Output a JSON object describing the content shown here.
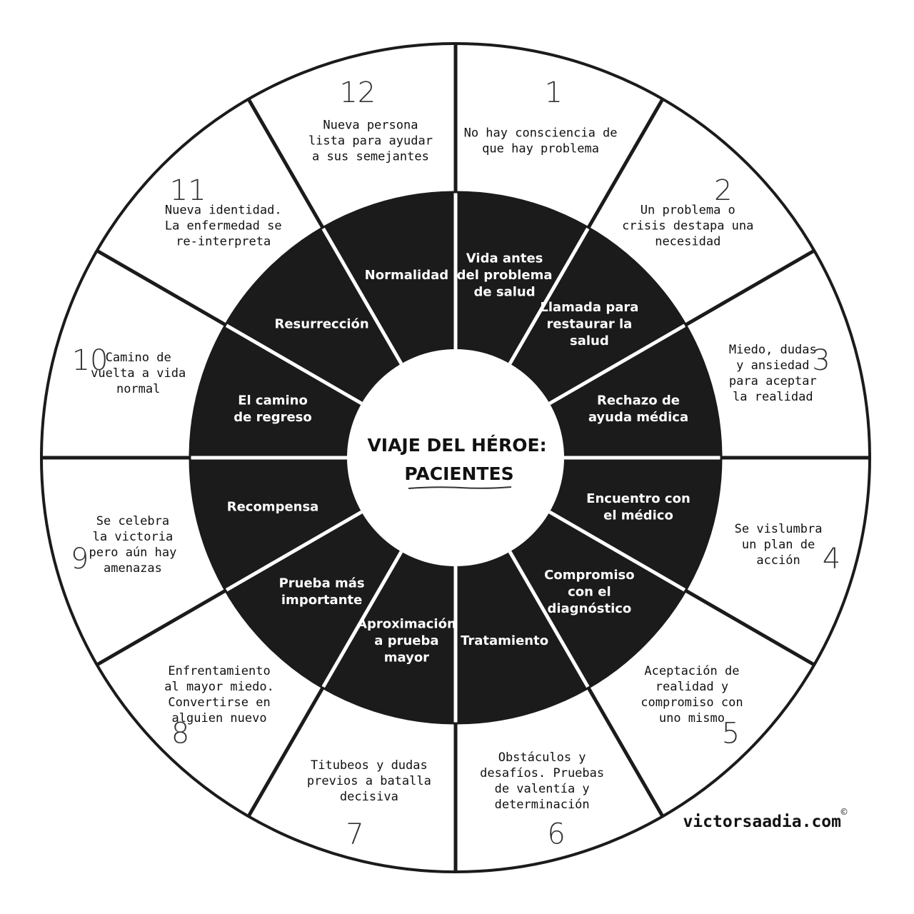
{
  "title": {
    "line1": "VIAJE DEL HÉROE:",
    "line2": "PACIENTES"
  },
  "brand": "victorsaadia.com",
  "copyright": "©",
  "colors": {
    "inner_ring": "#1b1b1b",
    "lines": "#1b1b1b",
    "background": "#ffffff"
  },
  "inner_stages": [
    {
      "lines": [
        "Vida antes",
        "del problema",
        "de salud"
      ]
    },
    {
      "lines": [
        "Llamada para",
        "restaurar la",
        "salud"
      ]
    },
    {
      "lines": [
        "Rechazo de",
        "ayuda médica"
      ]
    },
    {
      "lines": [
        "Encuentro con",
        "el médico"
      ]
    },
    {
      "lines": [
        "Compromiso",
        "con el",
        "diagnóstico"
      ]
    },
    {
      "lines": [
        "Tratamiento"
      ]
    },
    {
      "lines": [
        "Aproximación",
        "a prueba",
        "mayor"
      ]
    },
    {
      "lines": [
        "Prueba más",
        "importante"
      ]
    },
    {
      "lines": [
        "Recompensa"
      ]
    },
    {
      "lines": [
        "El camino",
        "de regreso"
      ]
    },
    {
      "lines": [
        "Resurrección"
      ]
    },
    {
      "lines": [
        "Normalidad"
      ]
    }
  ],
  "outer_steps": [
    {
      "number": "1",
      "lines": [
        "No hay consciencia de",
        "que hay problema"
      ]
    },
    {
      "number": "2",
      "lines": [
        "Un problema o",
        "crisis destapa una",
        "necesidad"
      ]
    },
    {
      "number": "3",
      "lines": [
        "Miedo, dudas",
        "y ansiedad",
        "para aceptar",
        "la realidad"
      ]
    },
    {
      "number": "4",
      "lines": [
        "Se vislumbra",
        "un plan de",
        "acción"
      ]
    },
    {
      "number": "5",
      "lines": [
        "Aceptación de",
        "realidad y",
        "compromiso con",
        "uno mismo"
      ]
    },
    {
      "number": "6",
      "lines": [
        "Obstáculos y",
        "desafíos. Pruebas",
        "de valentía y",
        "determinación"
      ]
    },
    {
      "number": "7",
      "lines": [
        "Titubeos y dudas",
        "previos a batalla",
        "decisiva"
      ]
    },
    {
      "number": "8",
      "lines": [
        "Enfrentamiento",
        "al mayor miedo.",
        "Convertirse en",
        "alguien nuevo"
      ]
    },
    {
      "number": "9",
      "lines": [
        "Se celebra",
        "la victoria",
        "pero aún hay",
        "amenazas"
      ]
    },
    {
      "number": "10",
      "lines": [
        "Camino de",
        "vuelta a vida",
        "normal"
      ]
    },
    {
      "number": "11",
      "lines": [
        "Nueva identidad.",
        "La enfermedad se",
        "re-interpreta"
      ]
    },
    {
      "number": "12",
      "lines": [
        "Nueva persona",
        "lista para ayudar",
        "a sus semejantes"
      ]
    }
  ]
}
